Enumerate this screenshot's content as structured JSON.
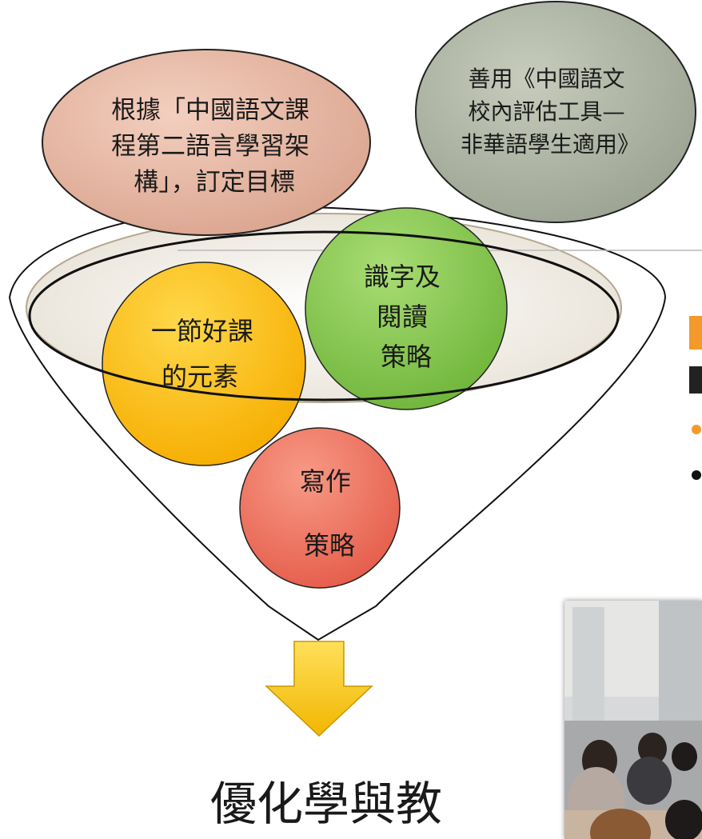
{
  "top_bubbles": {
    "framework": [
      "根據「中國語文課",
      "程第二語言學習架",
      "構」，訂定目標"
    ],
    "assessment": [
      "善用《中國語文",
      "校內評估工具—",
      "非華語學生適用》"
    ]
  },
  "funnel_items": {
    "good_lesson": [
      "一節好課",
      "的元素"
    ],
    "reading": [
      "識字及",
      "閱讀",
      "策略"
    ],
    "writing": [
      "寫作",
      "策略"
    ]
  },
  "outcome": "優化學與教",
  "colors": {
    "framework_bubble": "#e6b39f",
    "assessment_bubble": "#aeb5a4",
    "good_lesson_circle": "#ffbe00",
    "reading_circle": "#8ccc4e",
    "writing_circle": "#f07464",
    "arrow": "#f5c400",
    "accent_orange": "#f39a2a"
  }
}
